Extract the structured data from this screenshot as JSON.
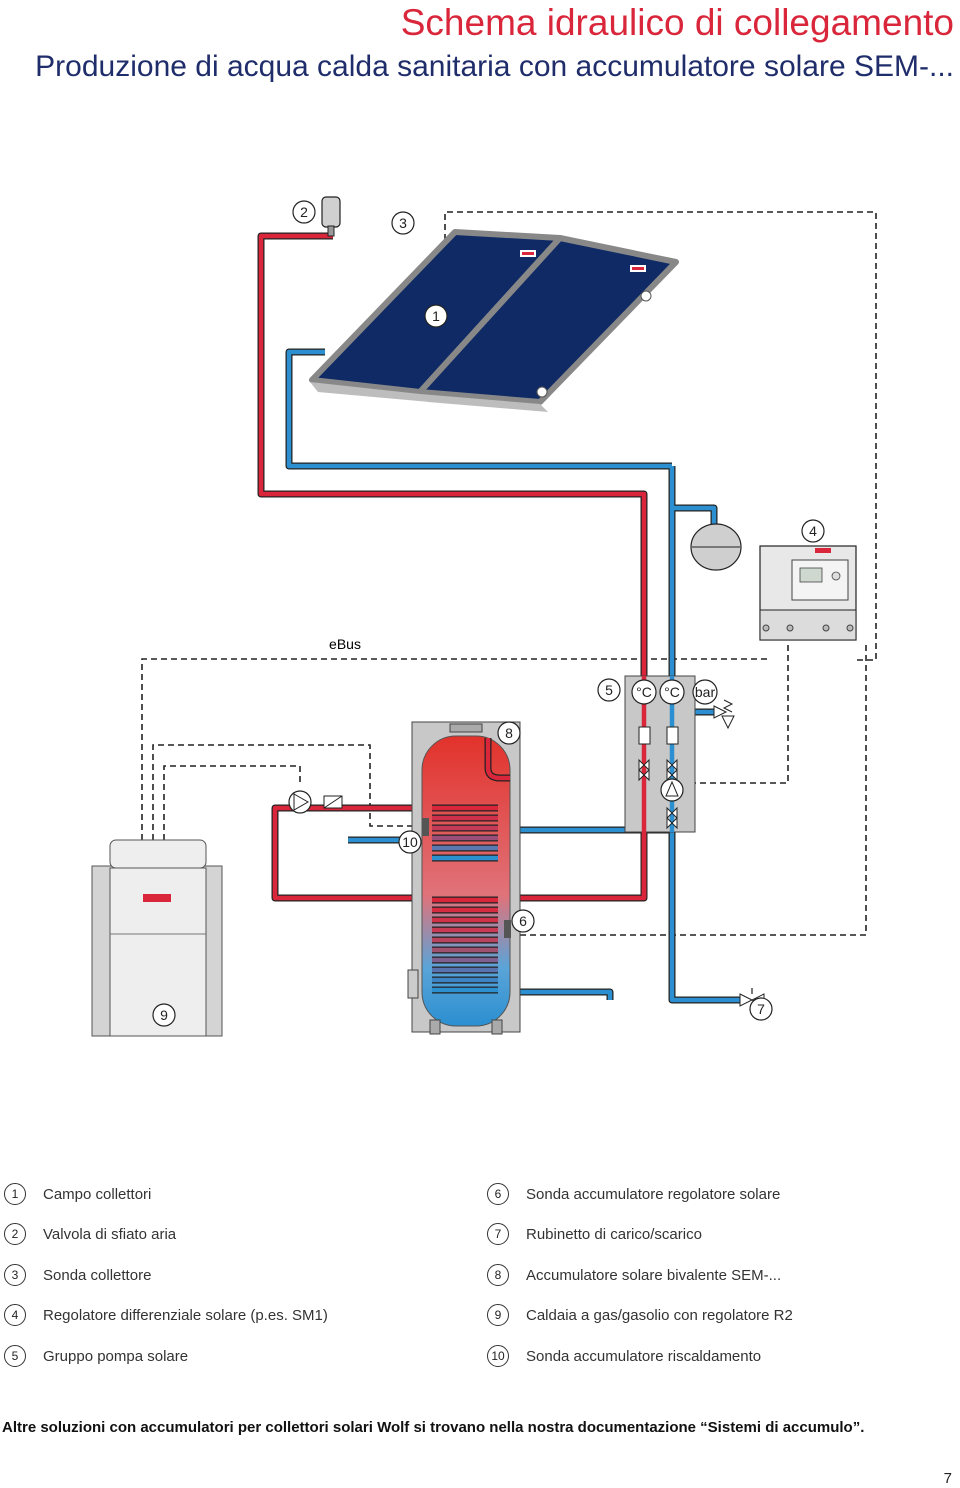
{
  "header": {
    "title": "Schema idraulico di collegamento",
    "subtitle": "Produzione di acqua calda sanitaria con accumulatore solare SEM-..."
  },
  "diagram": {
    "bus_label": "eBus",
    "sensor_unit_1": "°C",
    "sensor_unit_2": "°C",
    "pressure_unit": "bar",
    "markers": [
      "1",
      "2",
      "3",
      "4",
      "5",
      "6",
      "7",
      "8",
      "9",
      "10"
    ],
    "colors": {
      "hot": "#d9263a",
      "cold": "#2b8fd0",
      "panel": "#0f2a64",
      "grey": "#c8c8c8"
    }
  },
  "legend": [
    {
      "num": "1",
      "text": "Campo collettori"
    },
    {
      "num": "2",
      "text": "Valvola di sfiato aria"
    },
    {
      "num": "3",
      "text": "Sonda collettore"
    },
    {
      "num": "4",
      "text": "Regolatore differenziale solare (p.es. SM1)"
    },
    {
      "num": "5",
      "text": "Gruppo pompa solare"
    },
    {
      "num": "6",
      "text": "Sonda accumulatore regolatore solare"
    },
    {
      "num": "7",
      "text": "Rubinetto di carico/scarico"
    },
    {
      "num": "8",
      "text": "Accumulatore solare bivalente SEM-..."
    },
    {
      "num": "9",
      "text": "Caldaia a gas/gasolio con regolatore R2"
    },
    {
      "num": "10",
      "text": "Sonda accumulatore riscaldamento"
    }
  ],
  "footnote": "Altre soluzioni con accumulatori per collettori solari Wolf si trovano nella nostra documentazione “Sistemi di accumulo”.",
  "page_number": "7"
}
